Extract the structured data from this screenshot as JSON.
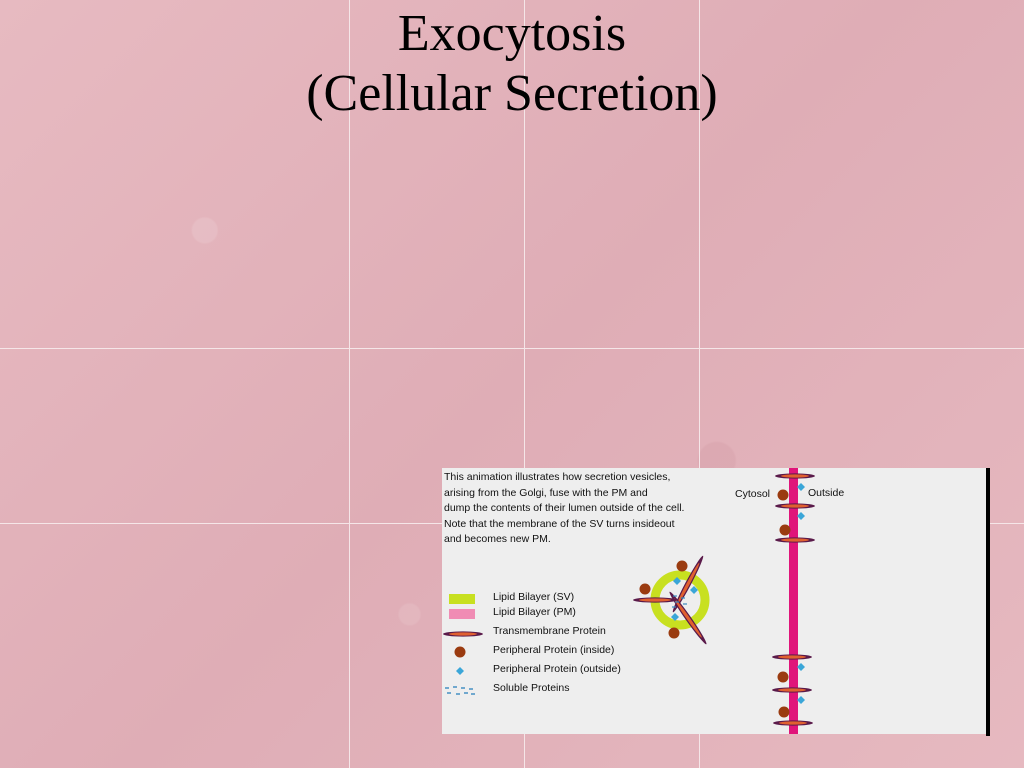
{
  "slide": {
    "title_line1": "Exocytosis",
    "title_line2": "(Cellular Secretion)"
  },
  "animation_panel": {
    "description": "This animation illustrates how secretion vesicles, arising from the Golgi, fuse with the PM and dump the contents of their lumen outside of the cell. Note that the membrane of the SV turns insideout and becomes new PM.",
    "description_lines": [
      "This animation illustrates how secretion vesicles,",
      "arising from the Golgi, fuse with the PM and",
      "dump the contents of their lumen outside of the cell.",
      "Note that the membrane of the SV turns insideout",
      "and becomes new PM."
    ],
    "cytosol_label": "Cytosol",
    "outside_label": "Outside",
    "legend": [
      {
        "label": "Lipid Bilayer (SV)",
        "icon": "sv-bilayer-swatch"
      },
      {
        "label": "Lipid Bilayer (PM)",
        "icon": "pm-bilayer-swatch"
      },
      {
        "label": "Transmembrane Protein",
        "icon": "transmembrane-protein-icon"
      },
      {
        "label": "Peripheral Protein (inside)",
        "icon": "peripheral-inside-icon"
      },
      {
        "label": "Peripheral Protein (outside)",
        "icon": "peripheral-outside-icon"
      },
      {
        "label": "Soluble Proteins",
        "icon": "soluble-proteins-icon"
      }
    ]
  },
  "colors": {
    "background": "#e3b3bb",
    "panel": "#eeeeee",
    "sv_bilayer": "#c8e020",
    "pm_bilayer": "#e0157a",
    "pm_legend": "#f08cb4",
    "peripheral_inside": "#9a3b10",
    "peripheral_outside": "#3aa6d8",
    "transmembrane": "#5a1a4a"
  }
}
